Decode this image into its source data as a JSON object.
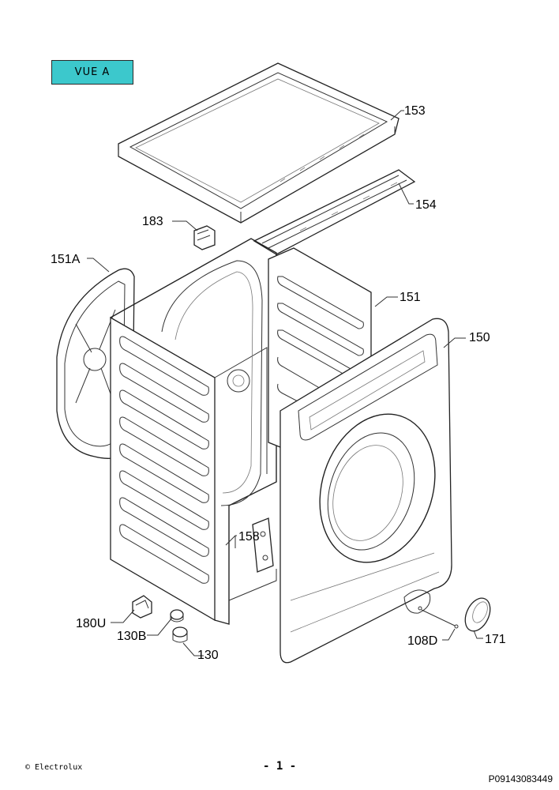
{
  "view_label": "VUE A",
  "parts": [
    {
      "id": "153",
      "label": "153"
    },
    {
      "id": "154",
      "label": "154"
    },
    {
      "id": "183",
      "label": "183"
    },
    {
      "id": "151A",
      "label": "151A"
    },
    {
      "id": "151",
      "label": "151"
    },
    {
      "id": "150",
      "label": "150"
    },
    {
      "id": "158",
      "label": "158"
    },
    {
      "id": "180U",
      "label": "180U"
    },
    {
      "id": "130B",
      "label": "130B"
    },
    {
      "id": "130",
      "label": "130"
    },
    {
      "id": "108D",
      "label": "108D"
    },
    {
      "id": "171",
      "label": "171"
    }
  ],
  "footer": {
    "copyright": "© Electrolux",
    "page": "- 1 -",
    "doc_number": "P09143083449"
  }
}
